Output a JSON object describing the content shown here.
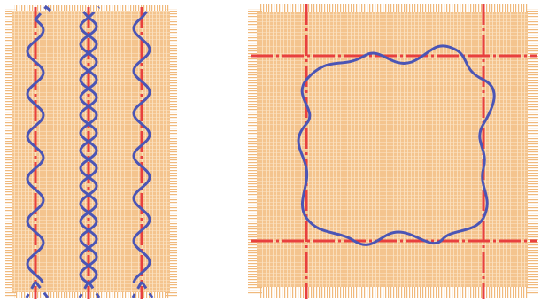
{
  "colors": {
    "fabric": "#f4c48e",
    "fabric_grid": "#fbe3c4",
    "fringe": "#f0b97c",
    "seam_red": "#e8403f",
    "stitch_blue": "#4b55b5",
    "background": "#ffffff"
  },
  "panels": [
    {
      "name": "left-fabric-panel",
      "kind": "vertical-seams",
      "seam_count": 3,
      "wave_count": 3
    },
    {
      "name": "right-fabric-panel",
      "kind": "square-seam-loop",
      "seam_count": 4,
      "loop_count": 1
    }
  ]
}
